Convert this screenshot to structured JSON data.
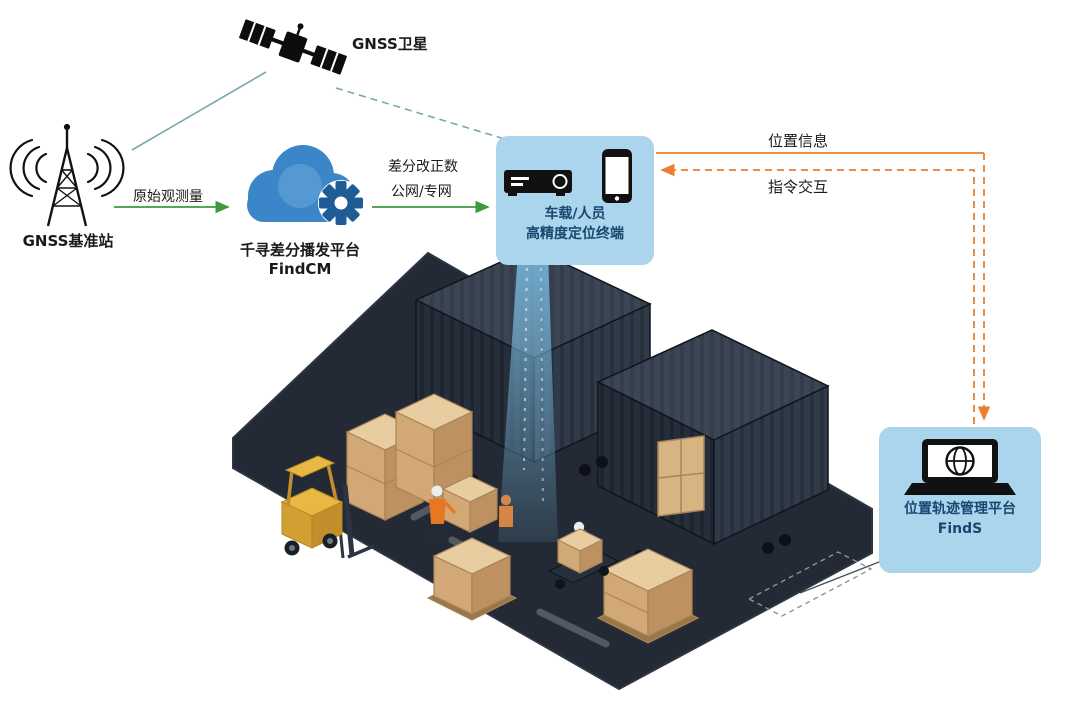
{
  "labels": {
    "satellite": "GNSS卫星",
    "base_station": "GNSS基准站",
    "raw_observation": "原始观测量",
    "cloud_platform_line1": "千寻差分播发平台",
    "cloud_platform_line2": "FindCM",
    "correction_line1": "差分改正数",
    "correction_line2": "公网/专网",
    "terminal_line1": "车载/人员",
    "terminal_line2": "高精度定位终端",
    "position_info": "位置信息",
    "command_interaction": "指令交互",
    "platform_line1": "位置轨迹管理平台",
    "platform_line2": "FindS"
  },
  "colors": {
    "box_fill": "#abd5ec",
    "box_text": "#16486f",
    "cloud_blue": "#3b86c8",
    "gear_blue": "#1f5c96",
    "green_arrow": "#3e9a3e",
    "orange_arrow": "#ed7d31",
    "signal_line": "#7aa7b0",
    "floor_dark": "#232a35",
    "container_dark": "#262e3a",
    "carton_tan": "#d2a976",
    "forklift_yellow": "#e9b844",
    "beam_blue": "#7fc4ea"
  },
  "icons": [
    "satellite-icon",
    "base-station-icon",
    "cloud-icon",
    "gear-icon",
    "receiver-icon",
    "phone-icon",
    "laptop-globe-icon",
    "forklift-icon",
    "container-icon",
    "worker-icon",
    "pallet-jack-icon"
  ]
}
